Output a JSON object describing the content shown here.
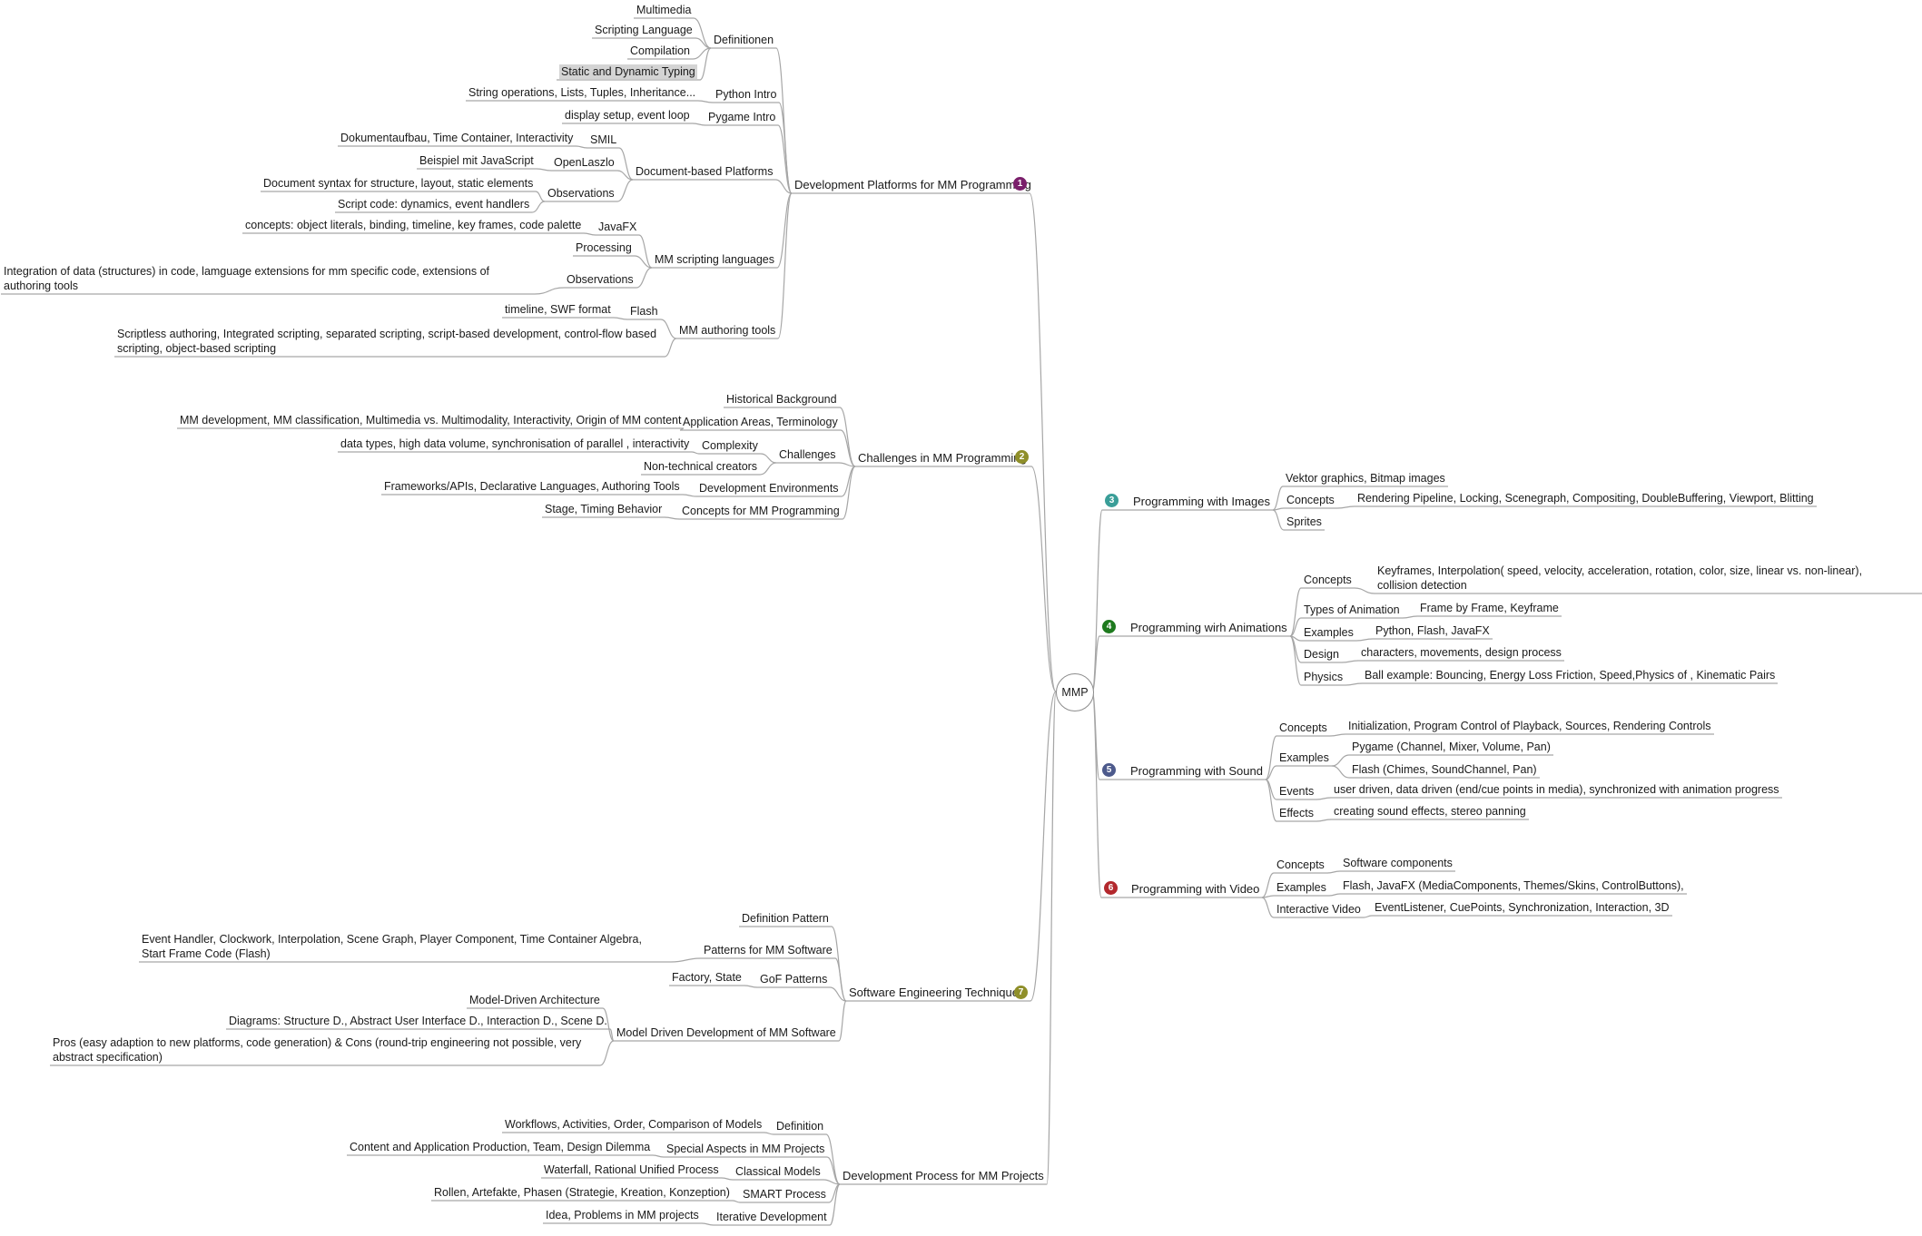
{
  "root": {
    "label": "MMP"
  },
  "colors": {
    "edge": "#a6a6a6",
    "b1": "#7a1f6b",
    "b2": "#8f8f2a",
    "b3": "#3a9e98",
    "b4": "#1e7a1e",
    "b5": "#4d5a8c",
    "b6": "#b3282d",
    "b7": "#8f8f2a"
  },
  "nodes": [
    {
      "id": "b1",
      "text": "Development Platforms for MM Programming",
      "badge": "1"
    },
    {
      "id": "def",
      "text": "Definitionen"
    },
    {
      "id": "def1",
      "text": "Multimedia"
    },
    {
      "id": "def2",
      "text": "Scripting Language"
    },
    {
      "id": "def3",
      "text": "Compilation"
    },
    {
      "id": "def4",
      "text": "Static and Dynamic Typing"
    },
    {
      "id": "py",
      "text": "Python Intro"
    },
    {
      "id": "py1",
      "text": "String operations, Lists, Tuples, Inheritance..."
    },
    {
      "id": "pg",
      "text": "Pygame Intro"
    },
    {
      "id": "pg1",
      "text": "display setup, event loop"
    },
    {
      "id": "doc",
      "text": "Document-based Platforms"
    },
    {
      "id": "smil",
      "text": "SMIL"
    },
    {
      "id": "smil1",
      "text": "Dokumentaufbau, Time Container, Interactivity"
    },
    {
      "id": "ol",
      "text": "OpenLaszlo"
    },
    {
      "id": "ol1",
      "text": "Beispiel mit JavaScript"
    },
    {
      "id": "obs",
      "text": "Observations"
    },
    {
      "id": "obs1",
      "text": "Document syntax for structure, layout, static elements"
    },
    {
      "id": "obs2",
      "text": "Script code: dynamics, event handlers"
    },
    {
      "id": "msl",
      "text": "MM scripting languages"
    },
    {
      "id": "jfx",
      "text": "JavaFX"
    },
    {
      "id": "jfx1",
      "text": "concepts: object literals, binding, timeline, key frames, code palette"
    },
    {
      "id": "proc",
      "text": "Processing"
    },
    {
      "id": "mobs",
      "text": "Observations"
    },
    {
      "id": "mobs1",
      "text": "Integration of data (structures) in code, lamguage extensions for mm specific code, extensions of authoring tools"
    },
    {
      "id": "mat",
      "text": "MM authoring tools"
    },
    {
      "id": "fl",
      "text": "Flash"
    },
    {
      "id": "fl1",
      "text": "timeline, SWF format"
    },
    {
      "id": "mat1",
      "text": "Scriptless authoring, Integrated scripting, separated scripting, script-based development, control-flow based scripting, object-based scripting"
    },
    {
      "id": "b2",
      "text": "Challenges in MM Programming",
      "badge": "2"
    },
    {
      "id": "hb",
      "text": "Historical Background"
    },
    {
      "id": "aa",
      "text": "Application Areas, Terminology"
    },
    {
      "id": "aa1",
      "text": "MM development, MM classification, Multimedia vs. Multimodality, Interactivity, Origin of MM content"
    },
    {
      "id": "ch",
      "text": "Challenges"
    },
    {
      "id": "cx",
      "text": "Complexity"
    },
    {
      "id": "cx1",
      "text": "data types, high data volume, synchronisation of parallel , interactivity"
    },
    {
      "id": "ntc",
      "text": "Non-technical creators"
    },
    {
      "id": "de",
      "text": "Development Environments"
    },
    {
      "id": "de1",
      "text": "Frameworks/APIs, Declarative Languages, Authoring Tools"
    },
    {
      "id": "cmp",
      "text": "Concepts for MM Programming"
    },
    {
      "id": "cmp1",
      "text": "Stage, Timing Behavior"
    },
    {
      "id": "b3",
      "text": "Programming with Images",
      "badge": "3"
    },
    {
      "id": "i1",
      "text": "Vektor graphics, Bitmap images"
    },
    {
      "id": "ic",
      "text": "Concepts"
    },
    {
      "id": "ic1",
      "text": "Rendering Pipeline, Locking, Scenegraph, Compositing, DoubleBuffering, Viewport, Blitting"
    },
    {
      "id": "is",
      "text": "Sprites"
    },
    {
      "id": "b4",
      "text": "Programming wirh Animations",
      "badge": "4"
    },
    {
      "id": "ac",
      "text": "Concepts"
    },
    {
      "id": "ac1",
      "text": "Keyframes, Interpolation( speed, velocity, acceleration, rotation, color, size, linear vs. non-linear), collision detection"
    },
    {
      "id": "at",
      "text": "Types of Animation"
    },
    {
      "id": "at1",
      "text": "Frame by Frame, Keyframe"
    },
    {
      "id": "ae",
      "text": "Examples"
    },
    {
      "id": "ae1",
      "text": "Python, Flash, JavaFX"
    },
    {
      "id": "ad",
      "text": "Design"
    },
    {
      "id": "ad1",
      "text": "characters, movements, design process"
    },
    {
      "id": "ap",
      "text": "Physics"
    },
    {
      "id": "ap1",
      "text": "Ball example: Bouncing, Energy Loss Friction, Speed,Physics of , Kinematic Pairs"
    },
    {
      "id": "b5",
      "text": "Programming with Sound",
      "badge": "5"
    },
    {
      "id": "sc",
      "text": "Concepts"
    },
    {
      "id": "sc1",
      "text": "Initialization, Program Control of Playback, Sources, Rendering Controls"
    },
    {
      "id": "se",
      "text": "Examples"
    },
    {
      "id": "se1",
      "text": "Pygame (Channel, Mixer, Volume, Pan)"
    },
    {
      "id": "se2",
      "text": "Flash (Chimes, SoundChannel, Pan)"
    },
    {
      "id": "sv",
      "text": "Events"
    },
    {
      "id": "sv1",
      "text": "user driven, data driven (end/cue points in media), synchronized with animation progress"
    },
    {
      "id": "sf",
      "text": "Effects"
    },
    {
      "id": "sf1",
      "text": "creating sound effects, stereo panning"
    },
    {
      "id": "b6",
      "text": "Programming with Video",
      "badge": "6"
    },
    {
      "id": "vc",
      "text": "Concepts"
    },
    {
      "id": "vc1",
      "text": "Software components"
    },
    {
      "id": "ve",
      "text": "Examples"
    },
    {
      "id": "ve1",
      "text": "Flash, JavaFX  (MediaComponents, Themes/Skins, ControlButtons),"
    },
    {
      "id": "vi",
      "text": "Interactive Video"
    },
    {
      "id": "vi1",
      "text": "EventListener, CuePoints, Synchronization, Interaction, 3D"
    },
    {
      "id": "b7",
      "text": "Software Engineering Techniques",
      "badge": "7"
    },
    {
      "id": "dp",
      "text": "Definition Pattern"
    },
    {
      "id": "pm",
      "text": "Patterns for MM Software"
    },
    {
      "id": "pm1",
      "text": "Event Handler, Clockwork, Interpolation,  Scene Graph, Player Component, Time Container Algebra, Start Frame Code (Flash)"
    },
    {
      "id": "gof",
      "text": "GoF Patterns"
    },
    {
      "id": "gof1",
      "text": "Factory, State"
    },
    {
      "id": "mdd",
      "text": "Model Driven Development of MM Software"
    },
    {
      "id": "mdd1",
      "text": "Model-Driven Architecture"
    },
    {
      "id": "mdd2",
      "text": "Diagrams: Structure D., Abstract User Interface D., Interaction D., Scene D."
    },
    {
      "id": "mdd3",
      "text": "Pros (easy adaption to new platforms, code generation) & Cons (round-trip engineering not possible, very abstract specification)"
    },
    {
      "id": "b8",
      "text": "Development Process for MM Projects"
    },
    {
      "id": "pd",
      "text": "Definition"
    },
    {
      "id": "pd1",
      "text": "Workflows, Activities, Order, Comparison of Models"
    },
    {
      "id": "psa",
      "text": "Special Aspects in MM Projects"
    },
    {
      "id": "psa1",
      "text": "Content and Application Production, Team, Design Dilemma"
    },
    {
      "id": "pcm",
      "text": "Classical Models"
    },
    {
      "id": "pcm1",
      "text": "Waterfall, Rational Unified Process"
    },
    {
      "id": "psm",
      "text": "SMART Process"
    },
    {
      "id": "psm1",
      "text": "Rollen, Artefakte, Phasen (Strategie, Kreation, Konzeption)"
    },
    {
      "id": "pid",
      "text": "Iterative Development"
    },
    {
      "id": "pid1",
      "text": "Idea, Problems in MM projects"
    }
  ]
}
